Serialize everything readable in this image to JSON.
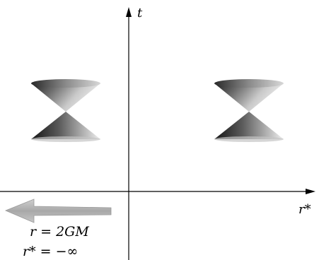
{
  "diagram": {
    "axis_labels": {
      "time": "t",
      "space": "r*"
    },
    "annotations": {
      "horizon_radius": "r = 2GM",
      "tortoise_limit": "r* = −∞"
    },
    "light_cones": [
      {
        "side": "left"
      },
      {
        "side": "right"
      }
    ],
    "arrow": {
      "direction": "left"
    },
    "colors": {
      "cone_dark": "#2a2a2a",
      "cone_mid": "#8c8c8c",
      "cone_light": "#e6e6e6",
      "arrow_fill": "#bdbdbd",
      "axis": "#000000"
    }
  }
}
